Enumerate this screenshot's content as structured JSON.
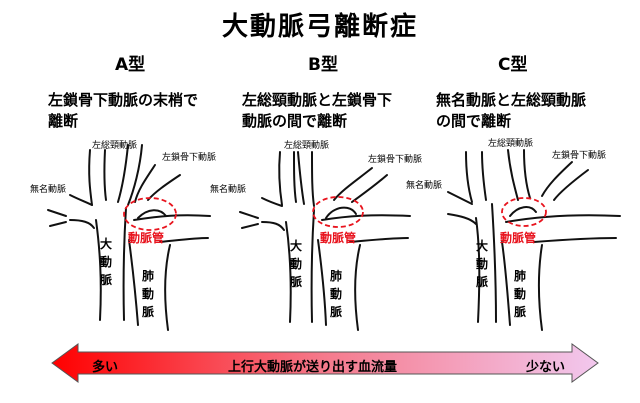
{
  "title": "大動脈弓離断症",
  "panels": [
    {
      "type_label": "A型",
      "description": [
        "左鎖骨下動脈の末梢で",
        "離断"
      ],
      "labels": {
        "left_common_carotid": "左総頸動脈",
        "left_subclavian": "左鎖骨下動脈",
        "brachiocephalic": "無名動脈",
        "ductus": "動脈管",
        "aorta": "大動脈",
        "pulmonary": "肺動脈"
      }
    },
    {
      "type_label": "B型",
      "description": [
        "左総頸動脈と左鎖骨下",
        "動脈の間で離断"
      ],
      "labels": {
        "left_common_carotid": "左総頸動脈",
        "left_subclavian": "左鎖骨下動脈",
        "brachiocephalic": "無名動脈",
        "ductus": "動脈管",
        "aorta": "大動脈",
        "pulmonary": "肺動脈"
      }
    },
    {
      "type_label": "C型",
      "description": [
        "無名動脈と左総頸動脈",
        "の間で離断"
      ],
      "labels": {
        "left_common_carotid": "左総頸動脈",
        "left_subclavian": "左鎖骨下動脈",
        "brachiocephalic": "無名動脈",
        "ductus": "動脈管",
        "aorta": "大動脈",
        "pulmonary": "肺動脈"
      }
    }
  ],
  "arrow": {
    "left_text": "多い",
    "center_text": "上行大動脈が送り出す血流量",
    "right_text": "少ない"
  },
  "colors": {
    "ductus_label": "#e8141e",
    "ductus_circle": "#e8141e",
    "arrow_left": "#ff0000",
    "arrow_right": "#f2c8ee"
  }
}
